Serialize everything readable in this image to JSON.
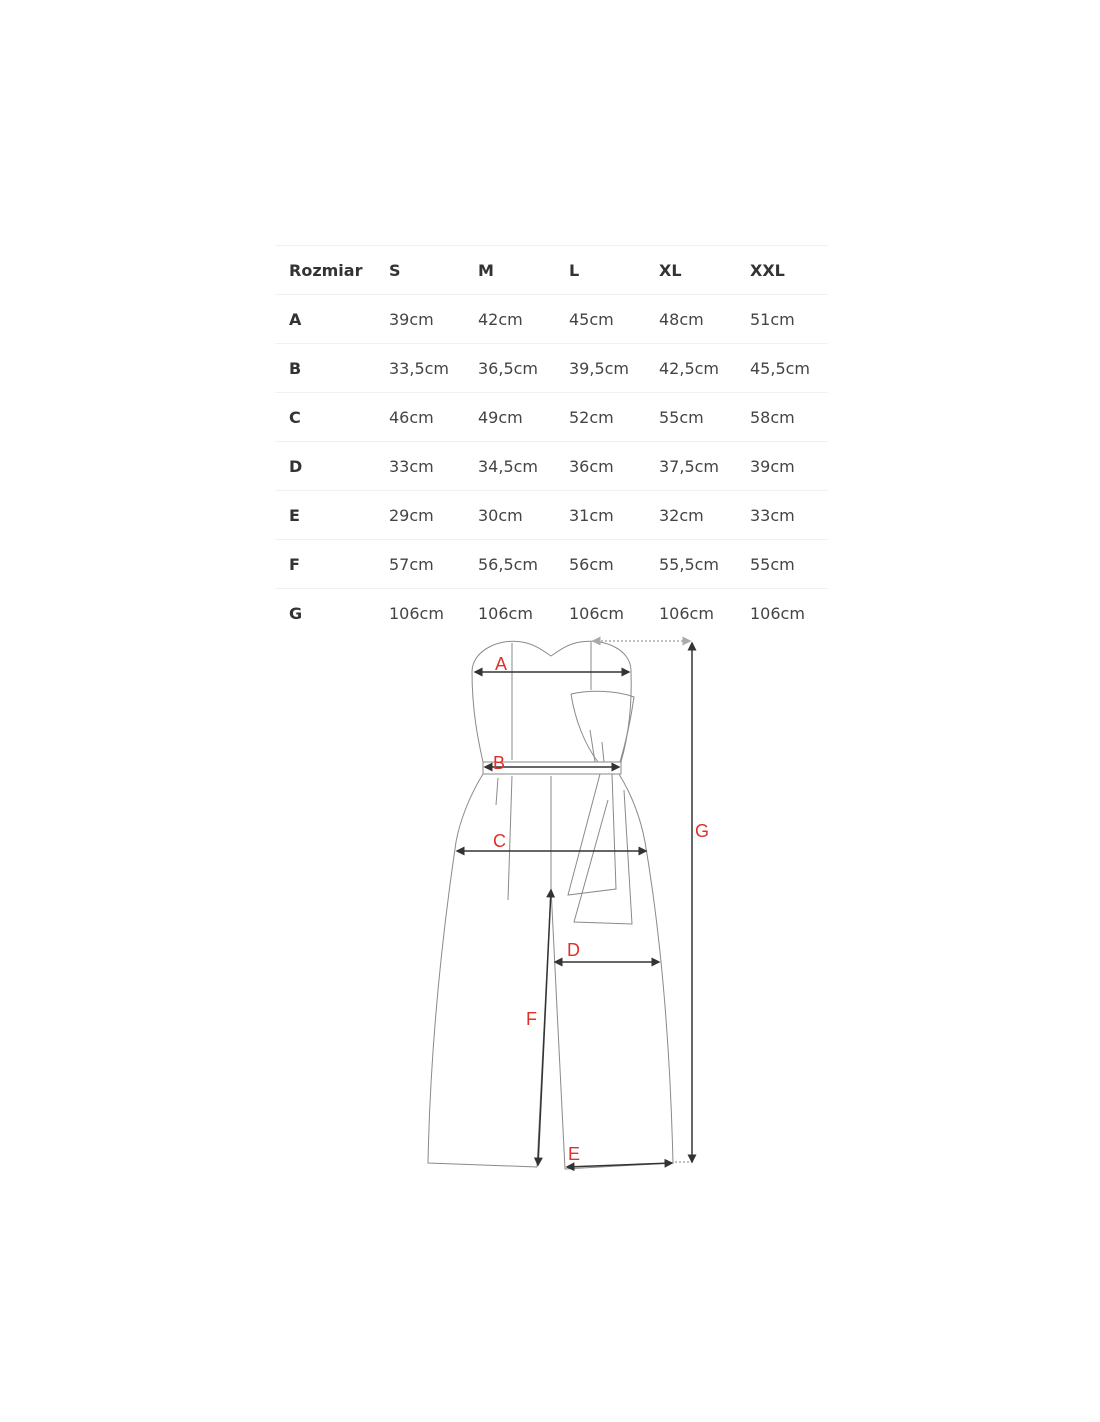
{
  "table": {
    "headers": [
      "Rozmiar",
      "S",
      "M",
      "L",
      "XL",
      "XXL"
    ],
    "rows": [
      {
        "label": "A",
        "values": [
          "39cm",
          "42cm",
          "45cm",
          "48cm",
          "51cm"
        ]
      },
      {
        "label": "B",
        "values": [
          "33,5cm",
          "36,5cm",
          "39,5cm",
          "42,5cm",
          "45,5cm"
        ]
      },
      {
        "label": "C",
        "values": [
          "46cm",
          "49cm",
          "52cm",
          "55cm",
          "58cm"
        ]
      },
      {
        "label": "D",
        "values": [
          "33cm",
          "34,5cm",
          "36cm",
          "37,5cm",
          "39cm"
        ]
      },
      {
        "label": "E",
        "values": [
          "29cm",
          "30cm",
          "31cm",
          "32cm",
          "33cm"
        ]
      },
      {
        "label": "F",
        "values": [
          "57cm",
          "56,5cm",
          "56cm",
          "55,5cm",
          "55cm"
        ]
      },
      {
        "label": "G",
        "values": [
          "106cm",
          "106cm",
          "106cm",
          "106cm",
          "106cm"
        ]
      }
    ]
  },
  "diagram": {
    "labels": {
      "A": "A",
      "B": "B",
      "C": "C",
      "D": "D",
      "E": "E",
      "F": "F",
      "G": "G"
    },
    "label_color": "#e0302a",
    "line_color": "#8a8a8a",
    "arrow_color": "#333333"
  }
}
